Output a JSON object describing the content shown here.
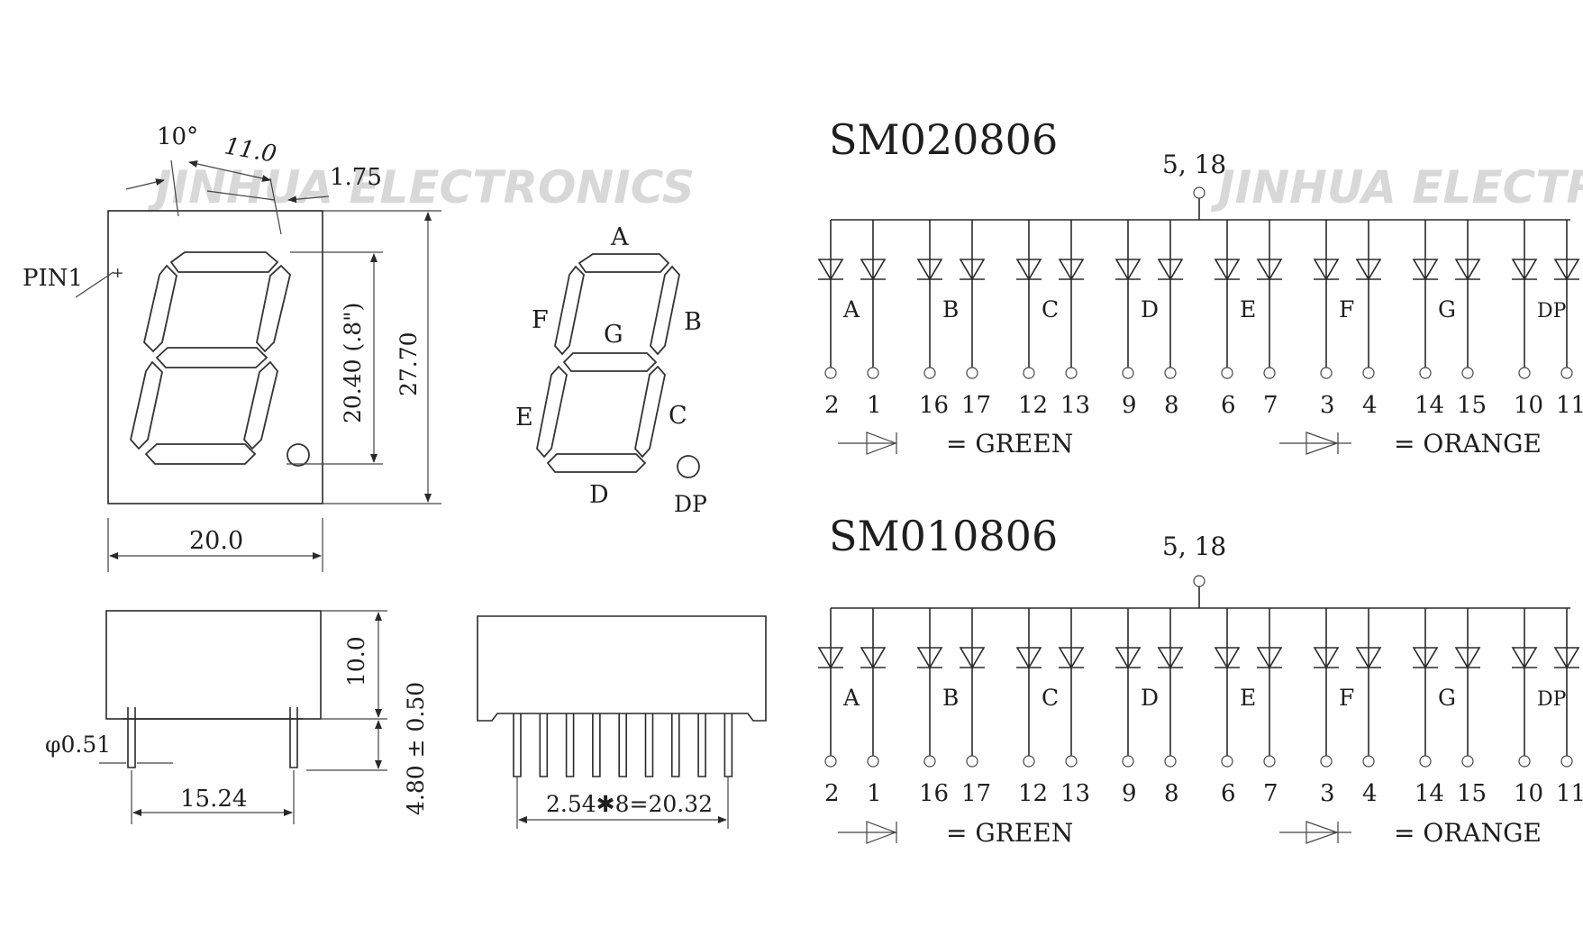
{
  "watermark": "JINHUA ELECTRONICS",
  "drawing": {
    "front_view": {
      "angle_label": "10°",
      "segment_width": "11.0",
      "dot_offset": "1.75",
      "pin1_label": "PIN1",
      "digit_height": "20.40 (.8\")",
      "body_height": "27.70",
      "body_width": "20.0"
    },
    "segment_map": {
      "labels": [
        "A",
        "B",
        "C",
        "D",
        "E",
        "F",
        "G",
        "DP"
      ]
    },
    "side_view": {
      "body_depth": "10.0",
      "pin_length": "4.80 ± 0.50",
      "pin_diameter": "φ0.51",
      "row_spacing": "15.24"
    },
    "pin_view": {
      "pitch_label": "2.54✱8=20.32"
    }
  },
  "schematics": [
    {
      "model": "SM020806",
      "common_pins": "5, 18",
      "segments": [
        {
          "name": "A",
          "pins": [
            "2",
            "1"
          ]
        },
        {
          "name": "B",
          "pins": [
            "16",
            "17"
          ]
        },
        {
          "name": "C",
          "pins": [
            "12",
            "13"
          ]
        },
        {
          "name": "D",
          "pins": [
            "9",
            "8"
          ]
        },
        {
          "name": "E",
          "pins": [
            "6",
            "7"
          ]
        },
        {
          "name": "F",
          "pins": [
            "3",
            "4"
          ]
        },
        {
          "name": "G",
          "pins": [
            "14",
            "15"
          ]
        },
        {
          "name": "DP",
          "pins": [
            "10",
            "11"
          ]
        }
      ],
      "legend_green": "= GREEN",
      "legend_orange": "= ORANGE"
    },
    {
      "model": "SM010806",
      "common_pins": "5, 18",
      "segments": [
        {
          "name": "A",
          "pins": [
            "2",
            "1"
          ]
        },
        {
          "name": "B",
          "pins": [
            "16",
            "17"
          ]
        },
        {
          "name": "C",
          "pins": [
            "12",
            "13"
          ]
        },
        {
          "name": "D",
          "pins": [
            "9",
            "8"
          ]
        },
        {
          "name": "E",
          "pins": [
            "6",
            "7"
          ]
        },
        {
          "name": "F",
          "pins": [
            "3",
            "4"
          ]
        },
        {
          "name": "G",
          "pins": [
            "14",
            "15"
          ]
        },
        {
          "name": "DP",
          "pins": [
            "10",
            "11"
          ]
        }
      ],
      "legend_green": "= GREEN",
      "legend_orange": "= ORANGE"
    }
  ]
}
